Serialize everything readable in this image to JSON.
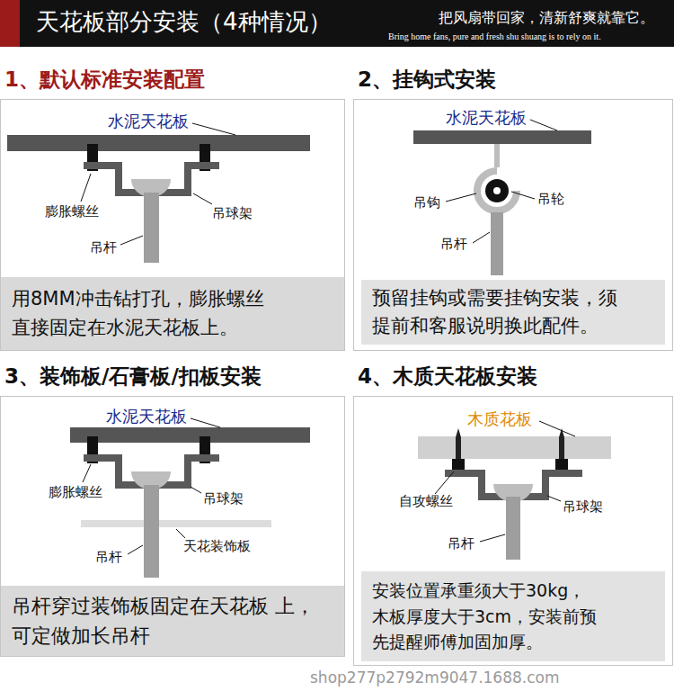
{
  "diagram": {
    "title": "天花板部分安装（4种情况）",
    "nodes": [
      {
        "text": [
          "1、默认标准安装配置"
        ]
      },
      {
        "text": [
          "用8MM冲击钻打孔，膨胀螺丝 直接固定在水泥天花板上。"
        ],
        "in": 0
      },
      {
        "text": [
          "2、挂钩式安装"
        ]
      },
      {
        "text": [
          "预留挂钩或需要挂钩安装，须 提前和客服说明换此配件。"
        ],
        "in": 2
      },
      {
        "text": [
          "3、装饰板/石膏板/扣板安装"
        ]
      },
      {
        "text": [
          "吊杆穿过装饰板固定在天花板 上，可定做加长吊杆"
        ],
        "in": 4
      },
      {
        "text": [
          "4、木质天花板安装"
        ]
      },
      {
        "text": [
          "安装位置承重须大于30kg， 木板厚度大于3cm，安装前预 先提醒师傅加固加厚。"
        ],
        "in": 6
      }
    ],
    "labels": [
      "把风扇带回家，清新舒爽就靠它。",
      "Bring home fans, pure and fresh shu shuang is to rely on it.",
      "水泥天花板",
      "膨胀螺丝",
      "吊球架",
      "吊杆",
      "水泥天花板",
      "吊钩",
      "吊轮",
      "吊杆",
      "水泥天花板",
      "膨胀螺丝",
      "吊球架",
      "吊杆",
      "天花装饰板",
      "木质花板",
      "自攻螺丝",
      "吊球架",
      "吊杆",
      "shop277p2792m9047.1688.com"
    ]
  }
}
